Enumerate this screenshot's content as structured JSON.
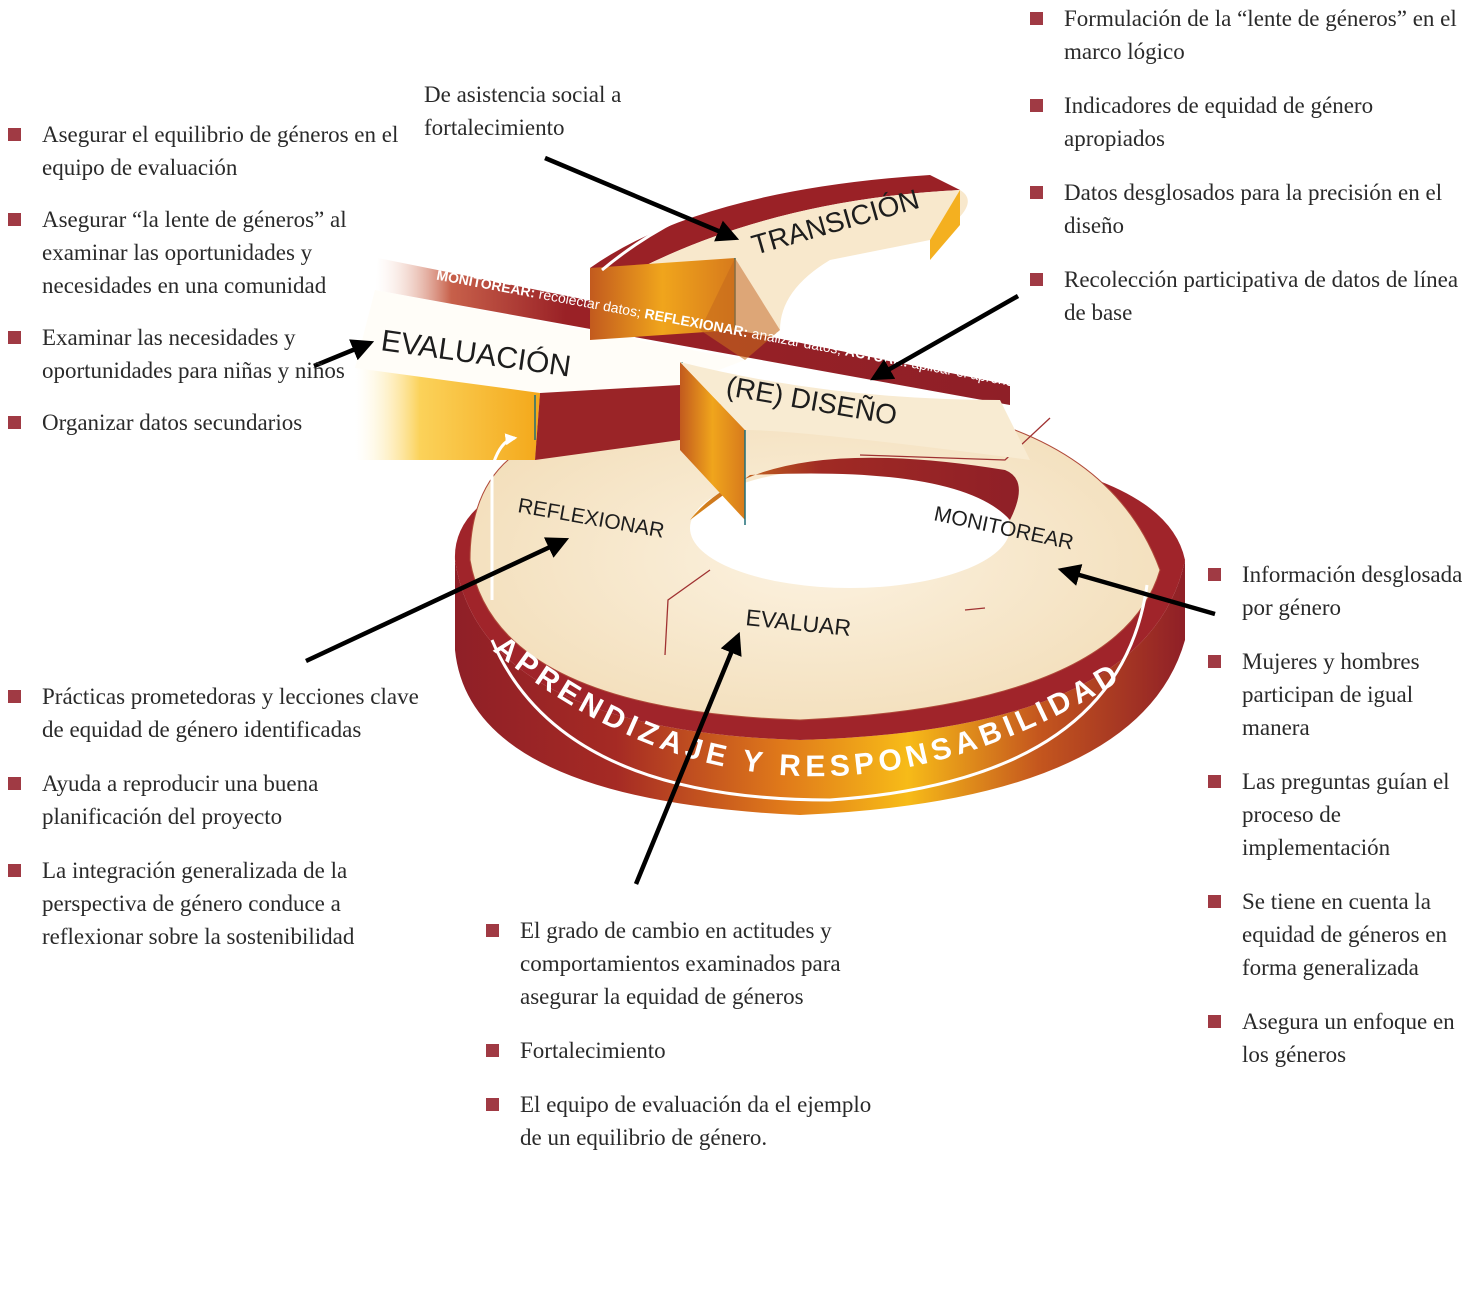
{
  "colors": {
    "bullet": "#a03a44",
    "dark_red": "#8f1f27",
    "gold": "#f6b716",
    "cream": "#f6e8cf",
    "arrow": "#000000"
  },
  "transition_note": "De asistencia social a fortalecimiento",
  "diagram": {
    "evaluacion": "EVALUACIÓN",
    "transicion": "TRANSICIÓN",
    "rediseno": "(RE) DISEÑO",
    "reflexionar": "REFLEXIONAR",
    "monitorear": "MONITOREAR",
    "evaluar": "EVALUAR",
    "band_monitorear": "MONITOREAR:",
    "band_monitorear_text": " recolectar datos; ",
    "band_reflexionar": "REFLEXIONAR:",
    "band_reflexionar_text": " analizar datos; ",
    "band_actuar": "ACTUAR:",
    "band_actuar_text": " aplicar el aprendizaje",
    "ring_label": "APRENDIZAJE Y RESPONSABILIDAD"
  },
  "left_top": [
    "Asegurar el equilibrio de géneros en el equipo de evaluación",
    "Asegurar “la lente de géneros” al examinar las oportunidades y necesidades en una comunidad",
    "Examinar las necesidades y oportunidades para niñas y niños",
    "Organizar datos secundarios"
  ],
  "left_bottom": [
    "Prácticas prometedoras y lecciones clave de equidad de género identificadas",
    "Ayuda a reproducir una buena planificación del proyecto",
    "La integración generalizada de la perspectiva de género conduce a reflexionar sobre la sostenibilidad"
  ],
  "right_top": [
    "Formulación de la “lente de géneros” en el marco lógico",
    "Indicadores de equidad de género apropiados",
    "Datos desglosados para la precisión en el diseño",
    "Recolección participativa de datos de línea de base"
  ],
  "right_bottom": [
    "Información desglosada por género",
    "Mujeres y hombres participan de igual manera",
    "Las preguntas guían el proceso de implementación",
    "Se tiene en cuenta la equidad de géneros en forma generalizada",
    "Asegura un enfoque en los géneros"
  ],
  "center_bottom": [
    "El grado de cambio en actitudes y comportamientos examinados para asegurar la equidad de géneros",
    "Fortalecimiento",
    "El equipo de evaluación da el ejemplo de un equilibrio de género."
  ]
}
